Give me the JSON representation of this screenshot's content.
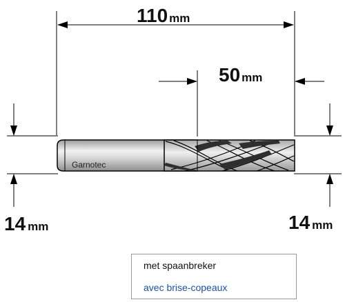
{
  "dimensions": {
    "total_length": {
      "value": "110",
      "unit": "mm"
    },
    "cutting_length": {
      "value": "50",
      "unit": "mm"
    },
    "shank_diameter": {
      "value": "14",
      "unit": "mm"
    },
    "cutting_diameter": {
      "value": "14",
      "unit": "mm"
    }
  },
  "brand": "Garnotec",
  "caption": {
    "line_nl": "met spaanbreker",
    "line_fr": "avec brise-copeaux"
  },
  "colors": {
    "tool_body": "#c7c7c7",
    "tool_highlight": "#f2f2f2",
    "outline": "#000000",
    "caption_fr": "#1d4f9c"
  }
}
